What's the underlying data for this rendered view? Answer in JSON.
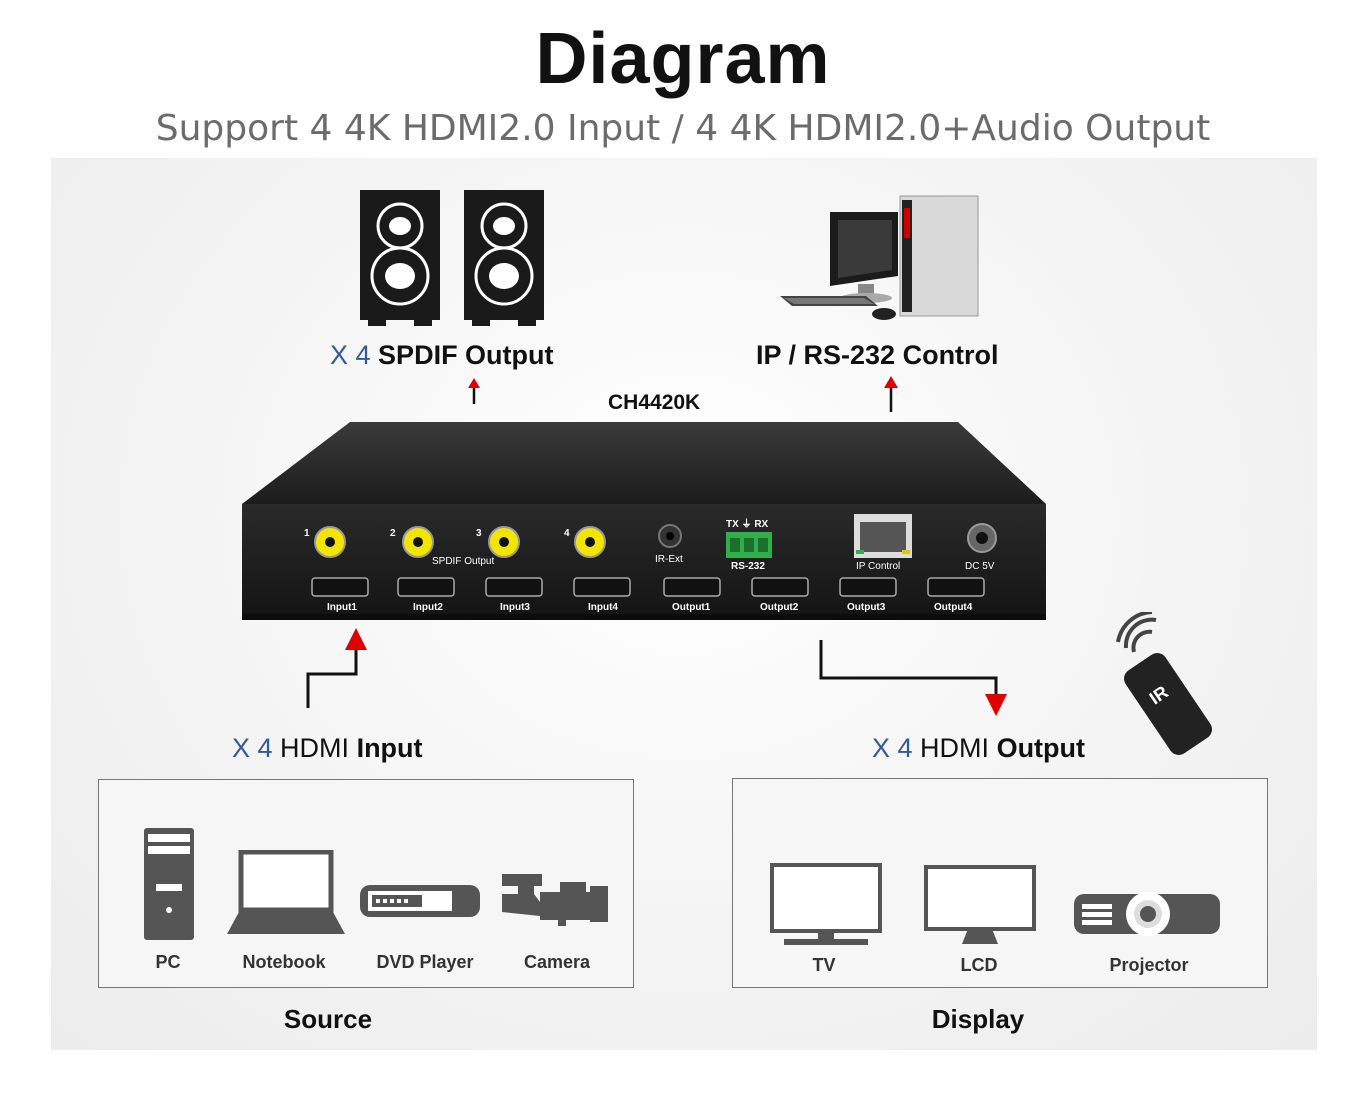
{
  "header": {
    "title": "Diagram",
    "subtitle": "Support 4 4K HDMI2.0 Input / 4 4K HDMI2.0+Audio Output"
  },
  "device": {
    "model": "CH4420K",
    "spdif_ports": [
      "1",
      "2",
      "3",
      "4"
    ],
    "spdif_label": "SPDIF Output",
    "ir_ext_label": "IR-Ext",
    "rs232_top_label": "TX ⏚ RX",
    "rs232_label": "RS-232",
    "ip_control_label": "IP Control",
    "dc_label": "DC 5V",
    "hdmi_ports": [
      "Input1",
      "Input2",
      "Input3",
      "Input4",
      "Output1",
      "Output2",
      "Output3",
      "Output4"
    ]
  },
  "labels": {
    "spdif": {
      "prefix": "X 4",
      "text": "SPDIF Output"
    },
    "control": {
      "text": "IP / RS-232 Control"
    },
    "hdmi_input": {
      "prefix": "X 4",
      "hdmi": "HDMI",
      "text": "Input"
    },
    "hdmi_output": {
      "prefix": "X 4",
      "hdmi": "HDMI",
      "text": "Output"
    },
    "remote": "IR"
  },
  "source": {
    "title": "Source",
    "devices": [
      "PC",
      "Notebook",
      "DVD Player",
      "Camera"
    ]
  },
  "display": {
    "title": "Display",
    "devices": [
      "TV",
      "LCD",
      "Projector"
    ]
  },
  "colors": {
    "accent_blue": "#2f5a9e",
    "arrow_red": "#e00000",
    "device_dark": "#1e1e1e",
    "rca_yellow": "#f2e600",
    "terminal_green": "#2fae4a"
  }
}
